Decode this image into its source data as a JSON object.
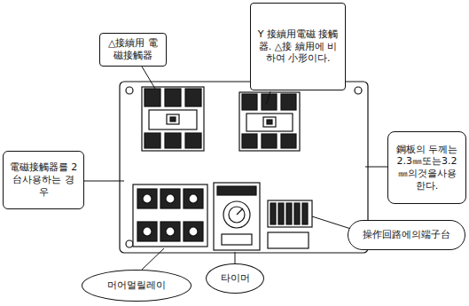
{
  "diagram": {
    "nodes": [
      {
        "text": [
          "△接續用 電磁接觸器"
        ]
      },
      {
        "text": [
          "Y 接續用電磁 接觸器. △接 續用에 비하여 小形이다."
        ]
      },
      {
        "text": [
          "電磁接觸器를 2台사용하는 경우"
        ]
      },
      {
        "text": [
          "鋼板의 두께는 2.3㎜또는3.2 ㎜의것을사용 한다."
        ]
      },
      {
        "text": [
          "操作回路에의端子台"
        ]
      },
      {
        "text": [
          "머어멀릴레이"
        ]
      },
      {
        "text": [
          "타이머"
        ]
      }
    ]
  }
}
